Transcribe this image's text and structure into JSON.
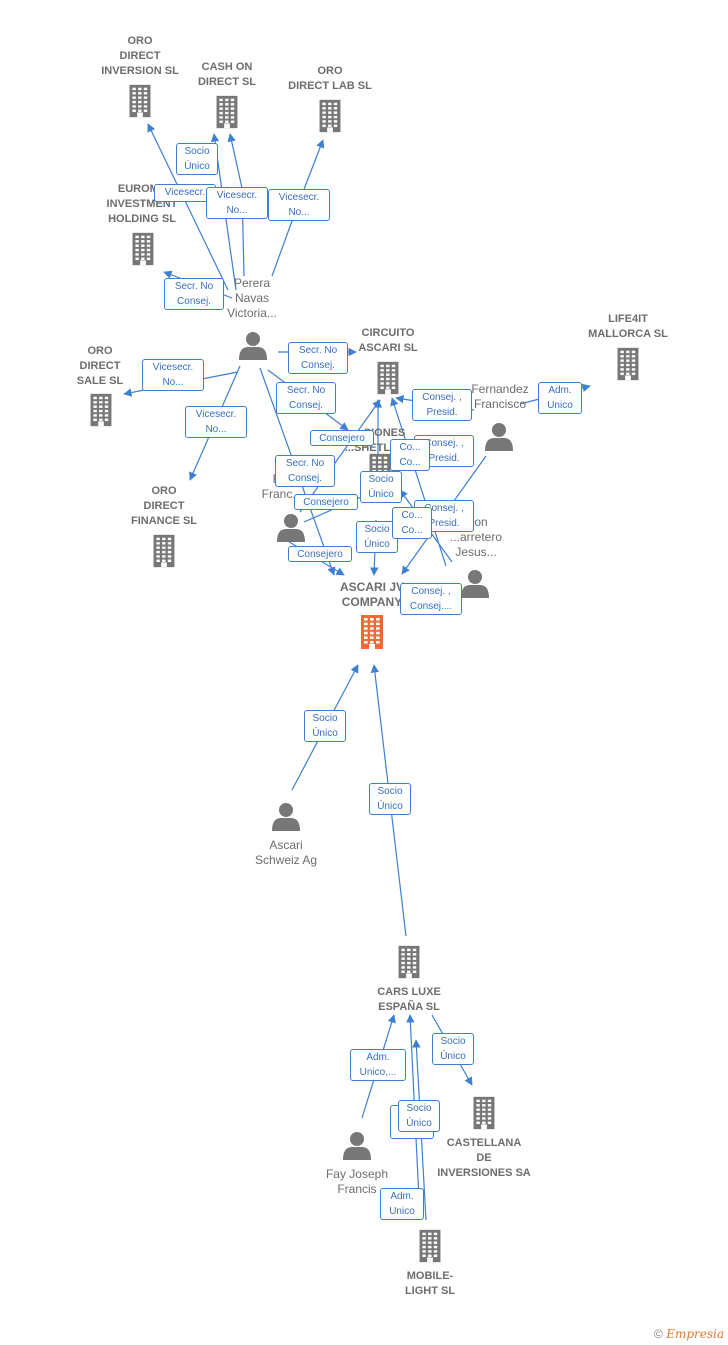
{
  "colors": {
    "edge": "#3d7fd1",
    "company": "#777777",
    "person": "#777777",
    "focus": "#f06a35"
  },
  "nodes": [
    {
      "id": "oro_direct_inversion",
      "type": "company",
      "label": "ORO\nDIRECT\nINVERSION SL"
    },
    {
      "id": "cash_on_direct",
      "type": "company",
      "label": "CASH ON\nDIRECT  SL"
    },
    {
      "id": "oro_direct_lab",
      "type": "company",
      "label": "ORO\nDIRECT LAB SL"
    },
    {
      "id": "eurome_investment",
      "type": "company",
      "label": "EUROME\nINVESTMENT\nHOLDING SL"
    },
    {
      "id": "perera_navas",
      "type": "person",
      "label": "Perera\nNavas\nVictoria..."
    },
    {
      "id": "circuito_ascari",
      "type": "company",
      "label": "CIRCUITO\nASCARI SL"
    },
    {
      "id": "life4it_mallorca",
      "type": "company",
      "label": "LIFE4IT\nMALLORCA  SL"
    },
    {
      "id": "oro_direct_sale",
      "type": "company",
      "label": "ORO\nDIRECT\nSALE SL"
    },
    {
      "id": "fernandez_francisco",
      "type": "person",
      "label": "Fernandez\nFrancisco"
    },
    {
      "id": "inversiones_shetland",
      "type": "company",
      "label": "...SIONES\n...SHETLAN..."
    },
    {
      "id": "oro_direct_finance",
      "type": "company",
      "label": "ORO\nDIRECT\nFINANCE  SL"
    },
    {
      "id": "r_francisco",
      "type": "person",
      "label": "R...\nFranc..."
    },
    {
      "id": "jon_garretero",
      "type": "person",
      "label": "...on\n...arretero\nJesus..."
    },
    {
      "id": "ascari_jv",
      "type": "focus",
      "label": "ASCARI JV\nCOMPANY"
    },
    {
      "id": "ascari_schweiz",
      "type": "person",
      "label": "Ascari\nSchweiz Ag"
    },
    {
      "id": "cars_luxe",
      "type": "company",
      "label": "CARS LUXE\nESPAÑA  SL"
    },
    {
      "id": "castellana",
      "type": "company",
      "label": "CASTELLANA\nDE\nINVERSIONES SA"
    },
    {
      "id": "fay_joseph",
      "type": "person",
      "label": "Fay Joseph\nFrancis"
    },
    {
      "id": "mobile_light",
      "type": "company",
      "label": "MOBILE-\nLIGHT SL"
    }
  ],
  "edges": [
    {
      "from": "perera_navas",
      "to": "oro_direct_inversion",
      "label": "Vicesecr."
    },
    {
      "from": "perera_navas",
      "to": "cash_on_direct",
      "label": "Socio\nÚnico"
    },
    {
      "from": "perera_navas",
      "to": "cash_on_direct",
      "label": "Vicesecr.\nNo..."
    },
    {
      "from": "perera_navas",
      "to": "oro_direct_lab",
      "label": "Vicesecr.\nNo..."
    },
    {
      "from": "perera_navas",
      "to": "eurome_investment",
      "label": "Secr.  No\nConsej."
    },
    {
      "from": "perera_navas",
      "to": "circuito_ascari",
      "label": "Secr.  No\nConsej."
    },
    {
      "from": "perera_navas",
      "to": "oro_direct_sale",
      "label": "Vicesecr.\nNo..."
    },
    {
      "from": "perera_navas",
      "to": "oro_direct_finance",
      "label": "Vicesecr.\nNo..."
    },
    {
      "from": "perera_navas",
      "to": "inversiones_shetland",
      "label": "Secr.  No\nConsej."
    },
    {
      "from": "perera_navas",
      "to": "ascari_jv",
      "label": "Secr.  No\nConsej."
    },
    {
      "from": "fernandez_francisco",
      "to": "life4it_mallorca",
      "label": "Adm.\nUnico"
    },
    {
      "from": "fernandez_francisco",
      "to": "circuito_ascari",
      "label": "Consej. ,\nPresid."
    },
    {
      "from": "fernandez_francisco",
      "to": "inversiones_shetland",
      "label": "Consej. ,\nPresid."
    },
    {
      "from": "fernandez_francisco",
      "to": "ascari_jv",
      "label": "Consej. ,\nPresid."
    },
    {
      "from": "r_francisco",
      "to": "circuito_ascari",
      "label": "Consejero"
    },
    {
      "from": "r_francisco",
      "to": "inversiones_shetland",
      "label": "Consejero"
    },
    {
      "from": "r_francisco",
      "to": "ascari_jv",
      "label": "Consejero"
    },
    {
      "from": "inversiones_shetland",
      "to": "circuito_ascari",
      "label": "Socio\nÚnico"
    },
    {
      "from": "inversiones_shetland",
      "to": "ascari_jv",
      "label": "Socio\nÚnico"
    },
    {
      "from": "jon_garretero",
      "to": "circuito_ascari",
      "label": "Co...\nCo..."
    },
    {
      "from": "jon_garretero",
      "to": "inversiones_shetland",
      "label": "Co...\nCo..."
    },
    {
      "from": "jon_garretero",
      "to": "ascari_jv",
      "label": "Consej. ,\nConsej...."
    },
    {
      "from": "ascari_schweiz",
      "to": "ascari_jv",
      "label": "Socio\nÚnico"
    },
    {
      "from": "cars_luxe",
      "to": "ascari_jv",
      "label": "Socio\nÚnico"
    },
    {
      "from": "cars_luxe",
      "to": "castellana",
      "label": "Socio\nÚnico"
    },
    {
      "from": "fay_joseph",
      "to": "cars_luxe",
      "label": "Adm.\nUnico,..."
    },
    {
      "from": "mobile_light",
      "to": "cars_luxe",
      "label": "Socio\nÚnico"
    },
    {
      "from": "mobile_light",
      "to": "cars_luxe",
      "label": "Adm.\nUnico"
    }
  ],
  "credit": {
    "symbol": "©",
    "brand": "Empresia"
  }
}
